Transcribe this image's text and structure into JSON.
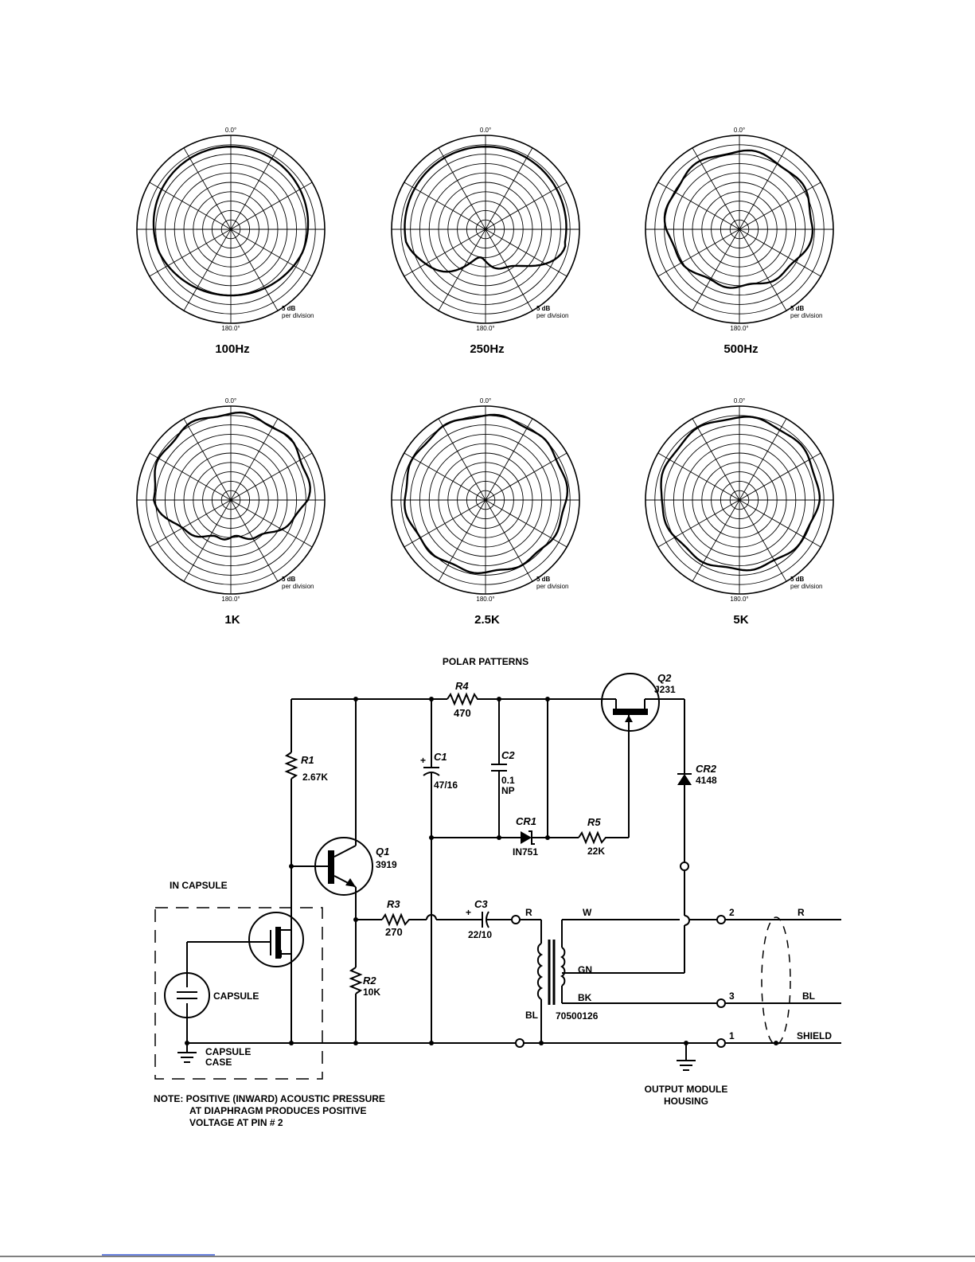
{
  "polar_patterns": {
    "title": "POLAR PATTERNS",
    "top_label": "0.0°",
    "bottom_label": "180.0°",
    "scale_line1": "5 dB",
    "scale_line2": "per division",
    "plots": [
      {
        "frequency": "100Hz"
      },
      {
        "frequency": "250Hz"
      },
      {
        "frequency": "500Hz"
      },
      {
        "frequency": "1K"
      },
      {
        "frequency": "2.5K"
      },
      {
        "frequency": "5K"
      }
    ]
  },
  "schematic": {
    "in_capsule": "IN CAPSULE",
    "capsule": "CAPSULE",
    "capsule_case_1": "CAPSULE",
    "capsule_case_2": "CASE",
    "r1_ref": "R1",
    "r1_val": "2.67K",
    "r2_ref": "R2",
    "r2_val": "10K",
    "r3_ref": "R3",
    "r3_val": "270",
    "r4_ref": "R4",
    "r4_val": "470",
    "r5_ref": "R5",
    "r5_val": "22K",
    "c1_ref": "C1",
    "c1_val": "47/16",
    "c2_ref": "C2",
    "c2_val_1": "0.1",
    "c2_val_2": "NP",
    "c3_ref": "C3",
    "c3_val": "22/10",
    "cr1_ref": "CR1",
    "cr1_val": "IN751",
    "cr2_ref": "CR2",
    "cr2_val": "4148",
    "q1_ref": "Q1",
    "q1_val": "3919",
    "q2_ref": "Q2",
    "q2_val": "J231",
    "xfmr_val": "70500126",
    "xfmr_r": "R",
    "xfmr_w": "W",
    "xfmr_gn": "GN",
    "xfmr_bk": "BK",
    "xfmr_bl": "BL",
    "pin2": "2",
    "pin3": "3",
    "pin1": "1",
    "out_r": "R",
    "out_bl": "BL",
    "out_shield": "SHIELD",
    "plus": "+",
    "output_module_1": "OUTPUT MODULE",
    "output_module_2": "HOUSING",
    "note_1": "NOTE: POSITIVE (INWARD) ACOUSTIC PRESSURE",
    "note_2": "AT DIAPHRAGM PRODUCES  POSITIVE",
    "note_3": "VOLTAGE AT  PIN # 2"
  }
}
